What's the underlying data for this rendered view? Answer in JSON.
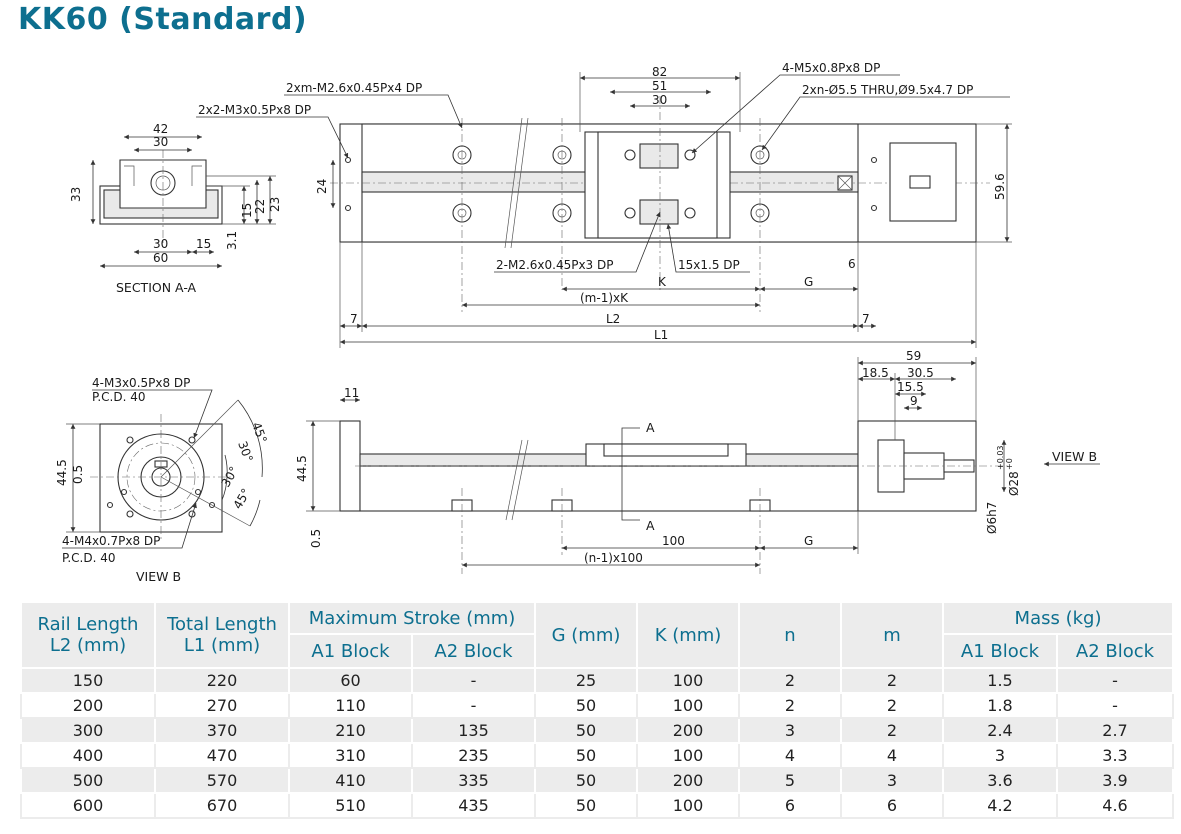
{
  "title": "KK60 (Standard)",
  "drawing": {
    "section": {
      "caption": "SECTION A-A",
      "dims": [
        "42",
        "30",
        "33",
        "30",
        "15",
        "60",
        "3.1",
        "15",
        "22",
        "23"
      ]
    },
    "top_view": {
      "callouts": [
        "2xm-M2.6x0.45Px4 DP",
        "2x2-M3x0.5Px8 DP",
        "4-M5x0.8Px8 DP",
        "2xn-Ø5.5 THRU,Ø9.5x4.7 DP",
        "2-M2.6x0.45Px3 DP",
        "15x1.5 DP"
      ],
      "dims": [
        "82",
        "51",
        "30",
        "24",
        "59.6",
        "K",
        "G",
        "6",
        "(m-1)xK",
        "7",
        "L2",
        "7",
        "L1"
      ]
    },
    "view_b": {
      "callouts": [
        "4-M3x0.5Px8 DP",
        "P.C.D. 40",
        "4-M4x0.7Px8 DP",
        "P.C.D. 40"
      ],
      "dims": [
        "44.5",
        "0.5",
        "45°",
        "30°",
        "30°",
        "45°"
      ],
      "caption": "VIEW B"
    },
    "side_view": {
      "dims": [
        "11",
        "44.5",
        "0.5",
        "A",
        "A",
        "100",
        "G",
        "(n-1)x100",
        "59",
        "18.5",
        "30.5",
        "15.5",
        "9",
        "Ø28",
        "+0.03",
        "+0",
        "Ø6h7"
      ],
      "view_label": "VIEW B"
    }
  },
  "table": {
    "headers": {
      "rail_length": [
        "Rail Length",
        "L2 (mm)"
      ],
      "total_length": [
        "Total Length",
        "L1 (mm)"
      ],
      "max_stroke": "Maximum  Stroke (mm)",
      "a1": "A1 Block",
      "a2": "A2 Block",
      "g": "G (mm)",
      "k": "K (mm)",
      "n": "n",
      "m": "m",
      "mass": "Mass (kg)",
      "mass_a1": "A1 Block",
      "mass_a2": "A2 Block"
    },
    "rows": [
      [
        "150",
        "220",
        "60",
        "-",
        "25",
        "100",
        "2",
        "2",
        "1.5",
        "-"
      ],
      [
        "200",
        "270",
        "110",
        "-",
        "50",
        "100",
        "2",
        "2",
        "1.8",
        "-"
      ],
      [
        "300",
        "370",
        "210",
        "135",
        "50",
        "200",
        "3",
        "2",
        "2.4",
        "2.7"
      ],
      [
        "400",
        "470",
        "310",
        "235",
        "50",
        "100",
        "4",
        "4",
        "3",
        "3.3"
      ],
      [
        "500",
        "570",
        "410",
        "335",
        "50",
        "200",
        "5",
        "3",
        "3.6",
        "3.9"
      ],
      [
        "600",
        "670",
        "510",
        "435",
        "50",
        "100",
        "6",
        "6",
        "4.2",
        "4.6"
      ]
    ]
  }
}
